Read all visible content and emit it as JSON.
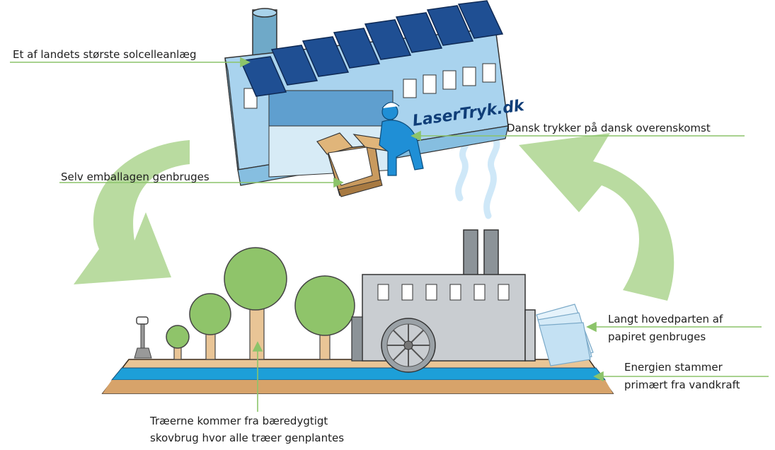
{
  "labels": {
    "solar": "Et af landets største solcelleanlæg",
    "packaging": "Selv emballagen genbruges",
    "printer": "Dansk trykker på dansk overenskomst",
    "paper_line1": "Langt hovedparten af",
    "paper_line2": "papiret genbruges",
    "energy_line1": "Energien stammer",
    "energy_line2": "primært fra vandkraft",
    "trees_line1": "Træerne kommer fra bæredygtigt",
    "trees_line2": "skovbrug hvor alle træer genplantes"
  },
  "logo_text": "LaserTryk.dk",
  "colors": {
    "arrow": "#b9dba0",
    "leader": "#8cc46a",
    "tree": "#8fc46a",
    "trunk": "#e9c596",
    "water": "#1d9fd8",
    "soil": "#d7a36a",
    "factory_blue": "#a9d3ee",
    "mill_gray": "#c9cdd1",
    "worker": "#1f8fd6"
  }
}
